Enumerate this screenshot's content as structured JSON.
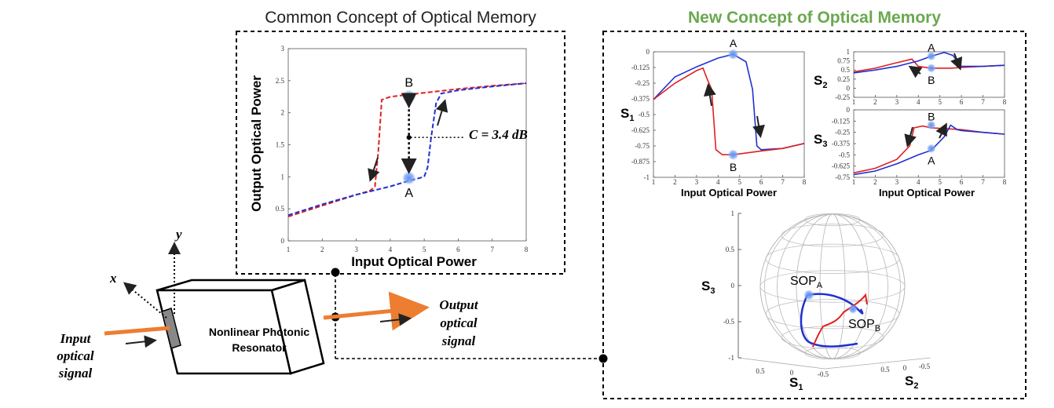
{
  "titles": {
    "common": "Common Concept of Optical Memory",
    "new": "New Concept of Optical Memory"
  },
  "colors": {
    "red": "#e02020",
    "blue": "#2030d0",
    "orange": "#ed7d31",
    "green": "#6aa84f",
    "dot": "#6f9ee8"
  },
  "device": {
    "label_line1": "Nonlinear Photonic",
    "label_line2": "Resonator",
    "input_line1": "Input",
    "input_line2": "optical",
    "input_line3": "signal",
    "output_line1": "Output",
    "output_line2": "optical",
    "output_line3": "signal",
    "axis_x": "x",
    "axis_y": "y"
  },
  "chart_data": [
    {
      "type": "line",
      "name": "common",
      "xlabel": "Input Optical Power",
      "ylabel": "Output Optical Power",
      "xlim": [
        1,
        8
      ],
      "ylim": [
        0,
        3
      ],
      "xticks": [
        "1",
        "2",
        "3",
        "4",
        "5",
        "6",
        "7",
        "8"
      ],
      "yticks": [
        "0",
        "0.5",
        "1",
        "1.5",
        "2",
        "2.5",
        "3"
      ],
      "series": [
        {
          "color": "red",
          "x": [
            1,
            2,
            3,
            3.4,
            3.55,
            3.65,
            3.75,
            4,
            5,
            6,
            7,
            8
          ],
          "y": [
            0.38,
            0.55,
            0.72,
            0.78,
            0.85,
            1.4,
            2.2,
            2.25,
            2.31,
            2.37,
            2.42,
            2.46
          ]
        },
        {
          "color": "blue",
          "x": [
            1,
            2,
            3,
            4,
            4.5,
            5,
            5.1,
            5.2,
            5.35,
            5.5,
            6,
            7,
            8
          ],
          "y": [
            0.4,
            0.57,
            0.72,
            0.85,
            0.93,
            1.0,
            1.15,
            1.6,
            2.15,
            2.3,
            2.35,
            2.41,
            2.46
          ]
        }
      ],
      "points": [
        {
          "label": "A",
          "x": 4.55,
          "y": 0.98
        },
        {
          "label": "B",
          "x": 4.55,
          "y": 2.25
        }
      ],
      "annotation": "C = 3.4 dB"
    },
    {
      "type": "line",
      "name": "s1",
      "ylabel": "S1",
      "xlabel": "Input Optical Power",
      "xlim": [
        1,
        8
      ],
      "ylim": [
        -1,
        0
      ],
      "xticks": [
        "1",
        "2",
        "3",
        "4",
        "5",
        "6",
        "7",
        "8"
      ],
      "yticks": [
        "0",
        "-0.125",
        "-0.25",
        "-0.375",
        "-0.5",
        "-0.625",
        "-0.75",
        "-0.875",
        "-1"
      ],
      "series": [
        {
          "color": "blue",
          "x": [
            1,
            2,
            3,
            4,
            4.7,
            5.3,
            5.6,
            5.8,
            6,
            7,
            8
          ],
          "y": [
            -0.38,
            -0.2,
            -0.12,
            -0.05,
            -0.02,
            -0.08,
            -0.3,
            -0.75,
            -0.78,
            -0.77,
            -0.73
          ]
        },
        {
          "color": "red",
          "x": [
            1,
            2,
            3,
            3.3,
            3.5,
            3.7,
            3.9,
            4.2,
            4.7,
            6,
            7,
            8
          ],
          "y": [
            -0.38,
            -0.25,
            -0.15,
            -0.13,
            -0.22,
            -0.3,
            -0.78,
            -0.82,
            -0.82,
            -0.79,
            -0.77,
            -0.73
          ]
        }
      ],
      "points": [
        {
          "label": "A",
          "x": 4.7,
          "y": -0.02
        },
        {
          "label": "B",
          "x": 4.7,
          "y": -0.82
        }
      ]
    },
    {
      "type": "line",
      "name": "s2",
      "ylabel": "S2",
      "xlim": [
        1,
        8
      ],
      "ylim": [
        -0.25,
        1
      ],
      "xticks": [
        "1",
        "2",
        "3",
        "4",
        "5",
        "6",
        "7",
        "8"
      ],
      "yticks": [
        "1",
        "0.75",
        "0.5",
        "0.25",
        "0",
        "-0.25"
      ],
      "series": [
        {
          "color": "red",
          "x": [
            1,
            2,
            3,
            3.7,
            4,
            4.6,
            5.5,
            6,
            7,
            8
          ],
          "y": [
            0.45,
            0.55,
            0.7,
            0.8,
            0.6,
            0.55,
            0.55,
            0.57,
            0.6,
            0.63
          ]
        },
        {
          "color": "blue",
          "x": [
            1,
            2,
            3,
            4,
            4.6,
            5.2,
            5.6,
            6,
            7,
            8
          ],
          "y": [
            0.42,
            0.5,
            0.6,
            0.75,
            0.88,
            0.98,
            0.9,
            0.6,
            0.6,
            0.63
          ]
        }
      ],
      "points": [
        {
          "label": "A",
          "x": 4.6,
          "y": 0.88
        },
        {
          "label": "B",
          "x": 4.6,
          "y": 0.55
        }
      ]
    },
    {
      "type": "line",
      "name": "s3",
      "ylabel": "S3",
      "xlabel": "Input Optical Power",
      "xlim": [
        1,
        8
      ],
      "ylim": [
        -0.75,
        0
      ],
      "xticks": [
        "1",
        "2",
        "3",
        "4",
        "5",
        "6",
        "7",
        "8"
      ],
      "yticks": [
        "0",
        "-0.125",
        "-0.25",
        "-0.375",
        "-0.5",
        "-0.625",
        "-0.75"
      ],
      "series": [
        {
          "color": "red",
          "x": [
            1,
            2,
            3,
            3.6,
            3.8,
            4.2,
            4.6,
            6,
            7,
            8
          ],
          "y": [
            -0.7,
            -0.65,
            -0.55,
            -0.4,
            -0.2,
            -0.18,
            -0.2,
            -0.22,
            -0.25,
            -0.27
          ]
        },
        {
          "color": "blue",
          "x": [
            1,
            2,
            3,
            4,
            4.6,
            5.2,
            5.5,
            5.8,
            6,
            7,
            8
          ],
          "y": [
            -0.72,
            -0.68,
            -0.6,
            -0.5,
            -0.45,
            -0.3,
            -0.17,
            -0.22,
            -0.23,
            -0.25,
            -0.27
          ]
        }
      ],
      "points": [
        {
          "label": "B",
          "x": 4.6,
          "y": -0.17
        },
        {
          "label": "A",
          "x": 4.6,
          "y": -0.43
        }
      ]
    }
  ],
  "sphere": {
    "s3_label": "S3",
    "s1_label": "S1",
    "s2_label": "S2",
    "yticks": [
      "1",
      "0.5",
      "0",
      "-0.5",
      "-1"
    ],
    "xticks_left": [
      "0.5",
      "0",
      "-0.5"
    ],
    "xticks_right": [
      "0.5",
      "0",
      "-0.5"
    ],
    "sop_a": "SOP",
    "sop_a_sub": "A",
    "sop_b": "SOP",
    "sop_b_sub": "B"
  }
}
